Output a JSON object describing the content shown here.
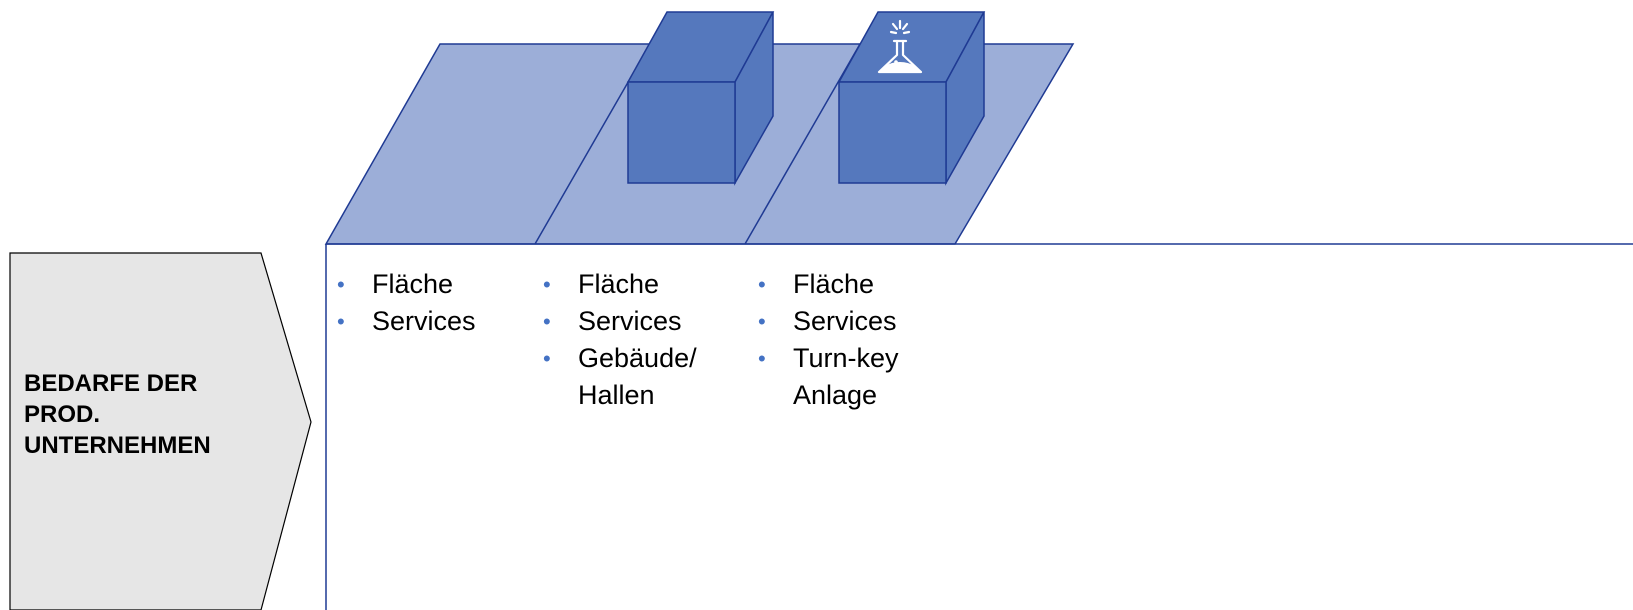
{
  "arrow": {
    "label_lines": [
      "BEDARFE DER",
      "PROD.",
      "UNTERNEHMEN"
    ]
  },
  "columns": [
    {
      "items": [
        "Fläche",
        "Services"
      ]
    },
    {
      "items": [
        "Fläche",
        "Services",
        "Gebäude/\nHallen"
      ]
    },
    {
      "items": [
        "Fläche",
        "Services",
        "Turn-key\nAnlage"
      ]
    }
  ],
  "icons": {
    "building_icon": "flask-icon"
  },
  "colors": {
    "plate_fill": "#9caed8",
    "box_fill": "#5578bd",
    "outline": "#1f3a93",
    "arrow_fill": "#e6e6e6",
    "bullet": "#4472c4"
  }
}
